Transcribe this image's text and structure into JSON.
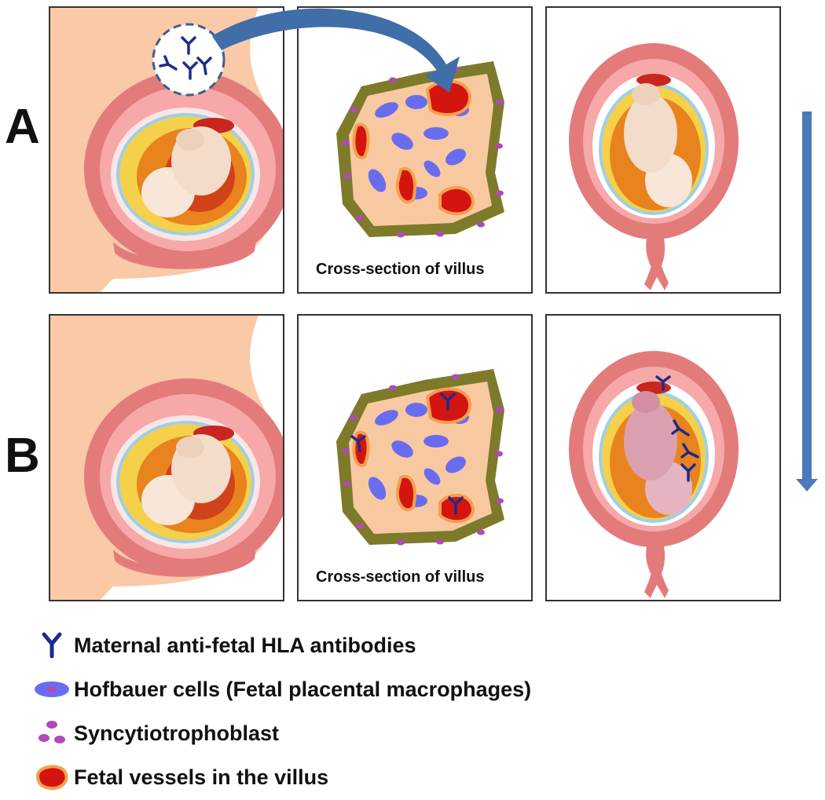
{
  "rows": [
    {
      "label": "A"
    },
    {
      "label": "B"
    }
  ],
  "villus_caption": "Cross-section of villus",
  "legend": [
    {
      "icon": "antibody-icon",
      "text": "Maternal anti-fetal HLA antibodies"
    },
    {
      "icon": "hofbauer-cell-icon",
      "text": "Hofbauer cells (Fetal placental macrophages)"
    },
    {
      "icon": "syncytiotrophoblast-icon",
      "text": "Syncytiotrophoblast"
    },
    {
      "icon": "fetal-vessel-icon",
      "text": "Fetal vessels in the villus"
    }
  ],
  "colors": {
    "antibody": "#1f2a8a",
    "hofbauer": "#6a6cf0",
    "syncytio": "#b04ab8",
    "vessel": "#d4140f",
    "vessel_rim": "#f2a050",
    "villus_border": "#7d7a2a",
    "stroma": "#f8c9a0",
    "uterus": "#e37b7b",
    "skin": "#f9c9a8",
    "arrow": "#4a7ab8"
  }
}
